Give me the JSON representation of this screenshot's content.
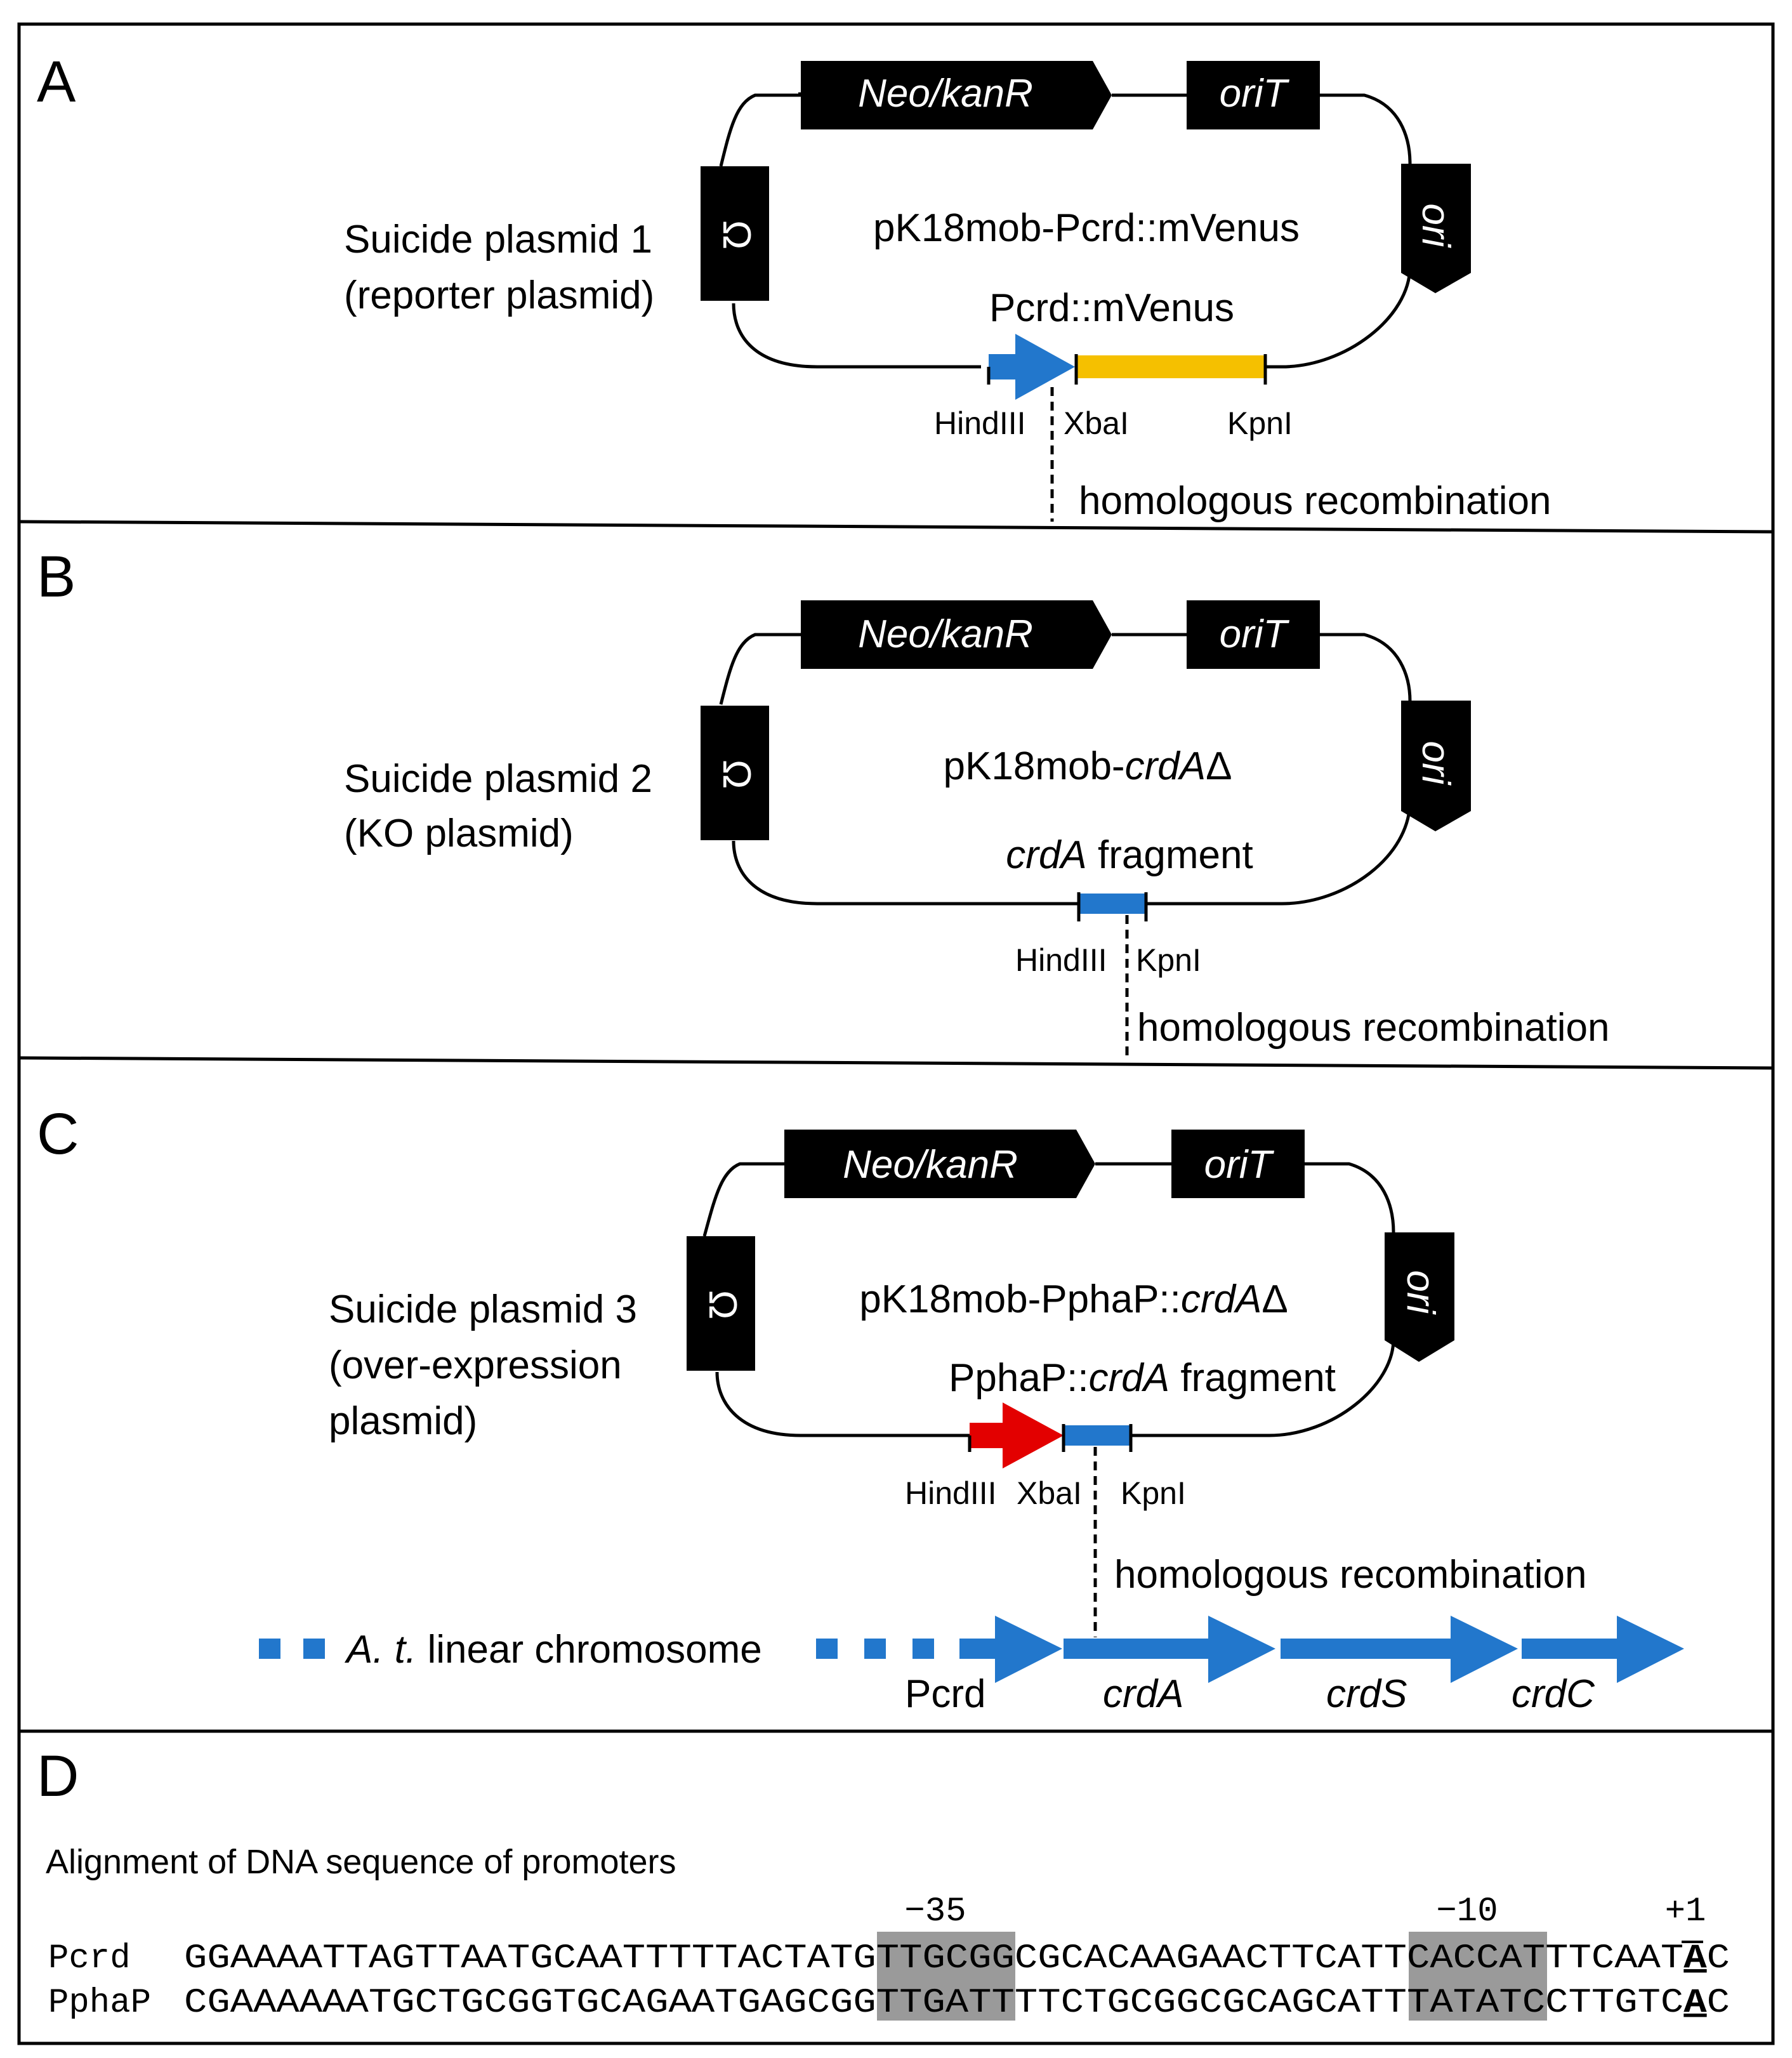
{
  "colors": {
    "blue": "#2277cc",
    "yellow": "#f5c000",
    "red": "#e30000",
    "black": "#000000",
    "highlight": "#9a9a9a"
  },
  "panelA": {
    "letter": "A",
    "gene_neo": "Neo/kanR",
    "gene_orit": "oriT",
    "gene_ori": "ori",
    "gene_omega": "Ω",
    "plasmid_name": "pK18mob-Pcrd::mVenus",
    "side_label_1": "Suicide plasmid 1",
    "side_label_2": "(reporter plasmid)",
    "insert_label": "Pcrd::mVenus",
    "site_1": "HindIII",
    "site_2": "XbaI",
    "site_3": "KpnI",
    "recomb": "homologous recombination"
  },
  "panelB": {
    "letter": "B",
    "gene_neo": "Neo/kanR",
    "gene_orit": "oriT",
    "gene_ori": "ori",
    "gene_omega": "Ω",
    "plasmid_name_a": "pK18mob-",
    "plasmid_name_b": "crdA",
    "plasmid_name_c": "Δ",
    "side_label_1": "Suicide plasmid 2",
    "side_label_2": "(KO plasmid)",
    "insert_label_a": "crdA",
    "insert_label_b": " fragment",
    "site_1": "HindIII",
    "site_2": "KpnI",
    "recomb": "homologous recombination"
  },
  "panelC": {
    "letter": "C",
    "gene_neo": "Neo/kanR",
    "gene_orit": "oriT",
    "gene_ori": "ori",
    "gene_omega": "Ω",
    "plasmid_name_a": "pK18mob-PphaP::",
    "plasmid_name_b": "crdA",
    "plasmid_name_c": "Δ",
    "side_label_1": "Suicide plasmid 3",
    "side_label_2": "(over-expression",
    "side_label_3": "plasmid)",
    "insert_label_a": "PphaP::",
    "insert_label_b": "crdA",
    "insert_label_c": " fragment",
    "site_1": "HindIII",
    "site_2": "XbaI",
    "site_3": "KpnI",
    "recomb": "homologous recombination",
    "chrom_a": "A. t.",
    "chrom_b": " linear chromosome",
    "gene_pcrd": "Pcrd",
    "gene_crda": "crdA",
    "gene_crds": "crdS",
    "gene_crdc": "crdC"
  },
  "panelD": {
    "letter": "D",
    "title": "Alignment of DNA sequence of promoters",
    "mark_35": "−35",
    "mark_10": "−10",
    "mark_1": "+1",
    "pcrd_name": "Pcrd",
    "pcrd_1": "GGAAAATTAGTTAATGCAATTTTTACTATG",
    "pcrd_2": "TTGCGG",
    "pcrd_3": "CGCACAAGAACTTCATT",
    "pcrd_4": "CACCAT",
    "pcrd_5": "TTCAAT",
    "pcrd_6": "A",
    "pcrd_7": "C",
    "ppha_name": "PphaP",
    "ppha_1": "CGAAAAAATGCTGCGGTGCAGAATGAGCGG",
    "ppha_2": "TTGATT",
    "ppha_3": "TTCTGCGGCGCAGCATT",
    "ppha_4": "TATATC",
    "ppha_5": "CTTGTC",
    "ppha_6": "A",
    "ppha_7": "C"
  }
}
